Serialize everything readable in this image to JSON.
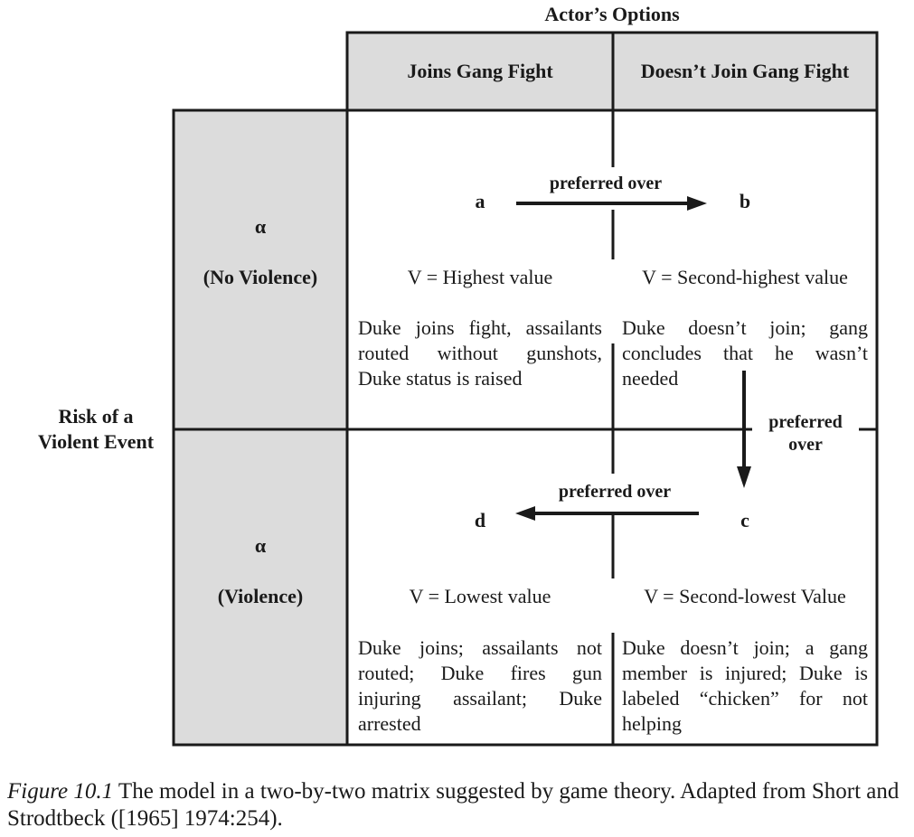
{
  "title": "Actor’s Options",
  "columns": [
    "Joins Gang Fight",
    "Doesn’t Join Gang Fight"
  ],
  "row_axis_label": [
    "Risk of a",
    "Violent Event"
  ],
  "rows": [
    {
      "symbol": "α",
      "label": "(No Violence)"
    },
    {
      "symbol": "α",
      "label": "(Violence)"
    }
  ],
  "cells": {
    "a": {
      "letter": "a",
      "value": "V = Highest value",
      "description": "Duke joins fight, assailants routed without gunshots, Duke status is raised"
    },
    "b": {
      "letter": "b",
      "value": "V = Second-highest value",
      "description": "Duke doesn’t join; gang concludes that he wasn’t needed"
    },
    "c": {
      "letter": "c",
      "value": "V = Second-lowest Value",
      "description": "Duke doesn’t join; a gang member is injured; Duke is labeled “chicken” for not helping"
    },
    "d": {
      "letter": "d",
      "value": "V = Lowest value",
      "description": "Duke joins; assailants not routed; Duke fires gun injuring assailant; Duke arrested"
    }
  },
  "arrows": {
    "a_to_b": "preferred over",
    "b_to_c_line1": "preferred",
    "b_to_c_line2": "over",
    "c_to_d": "preferred over"
  },
  "caption": {
    "figure_label": "Figure 10.1",
    "text": " The model in a two-by-two matrix suggested by game theory. Adapted from Short and Strodtbeck ([1965] 1974:254)."
  },
  "colors": {
    "header_fill": "#dcdcdc",
    "border": "#1a1a1a"
  }
}
